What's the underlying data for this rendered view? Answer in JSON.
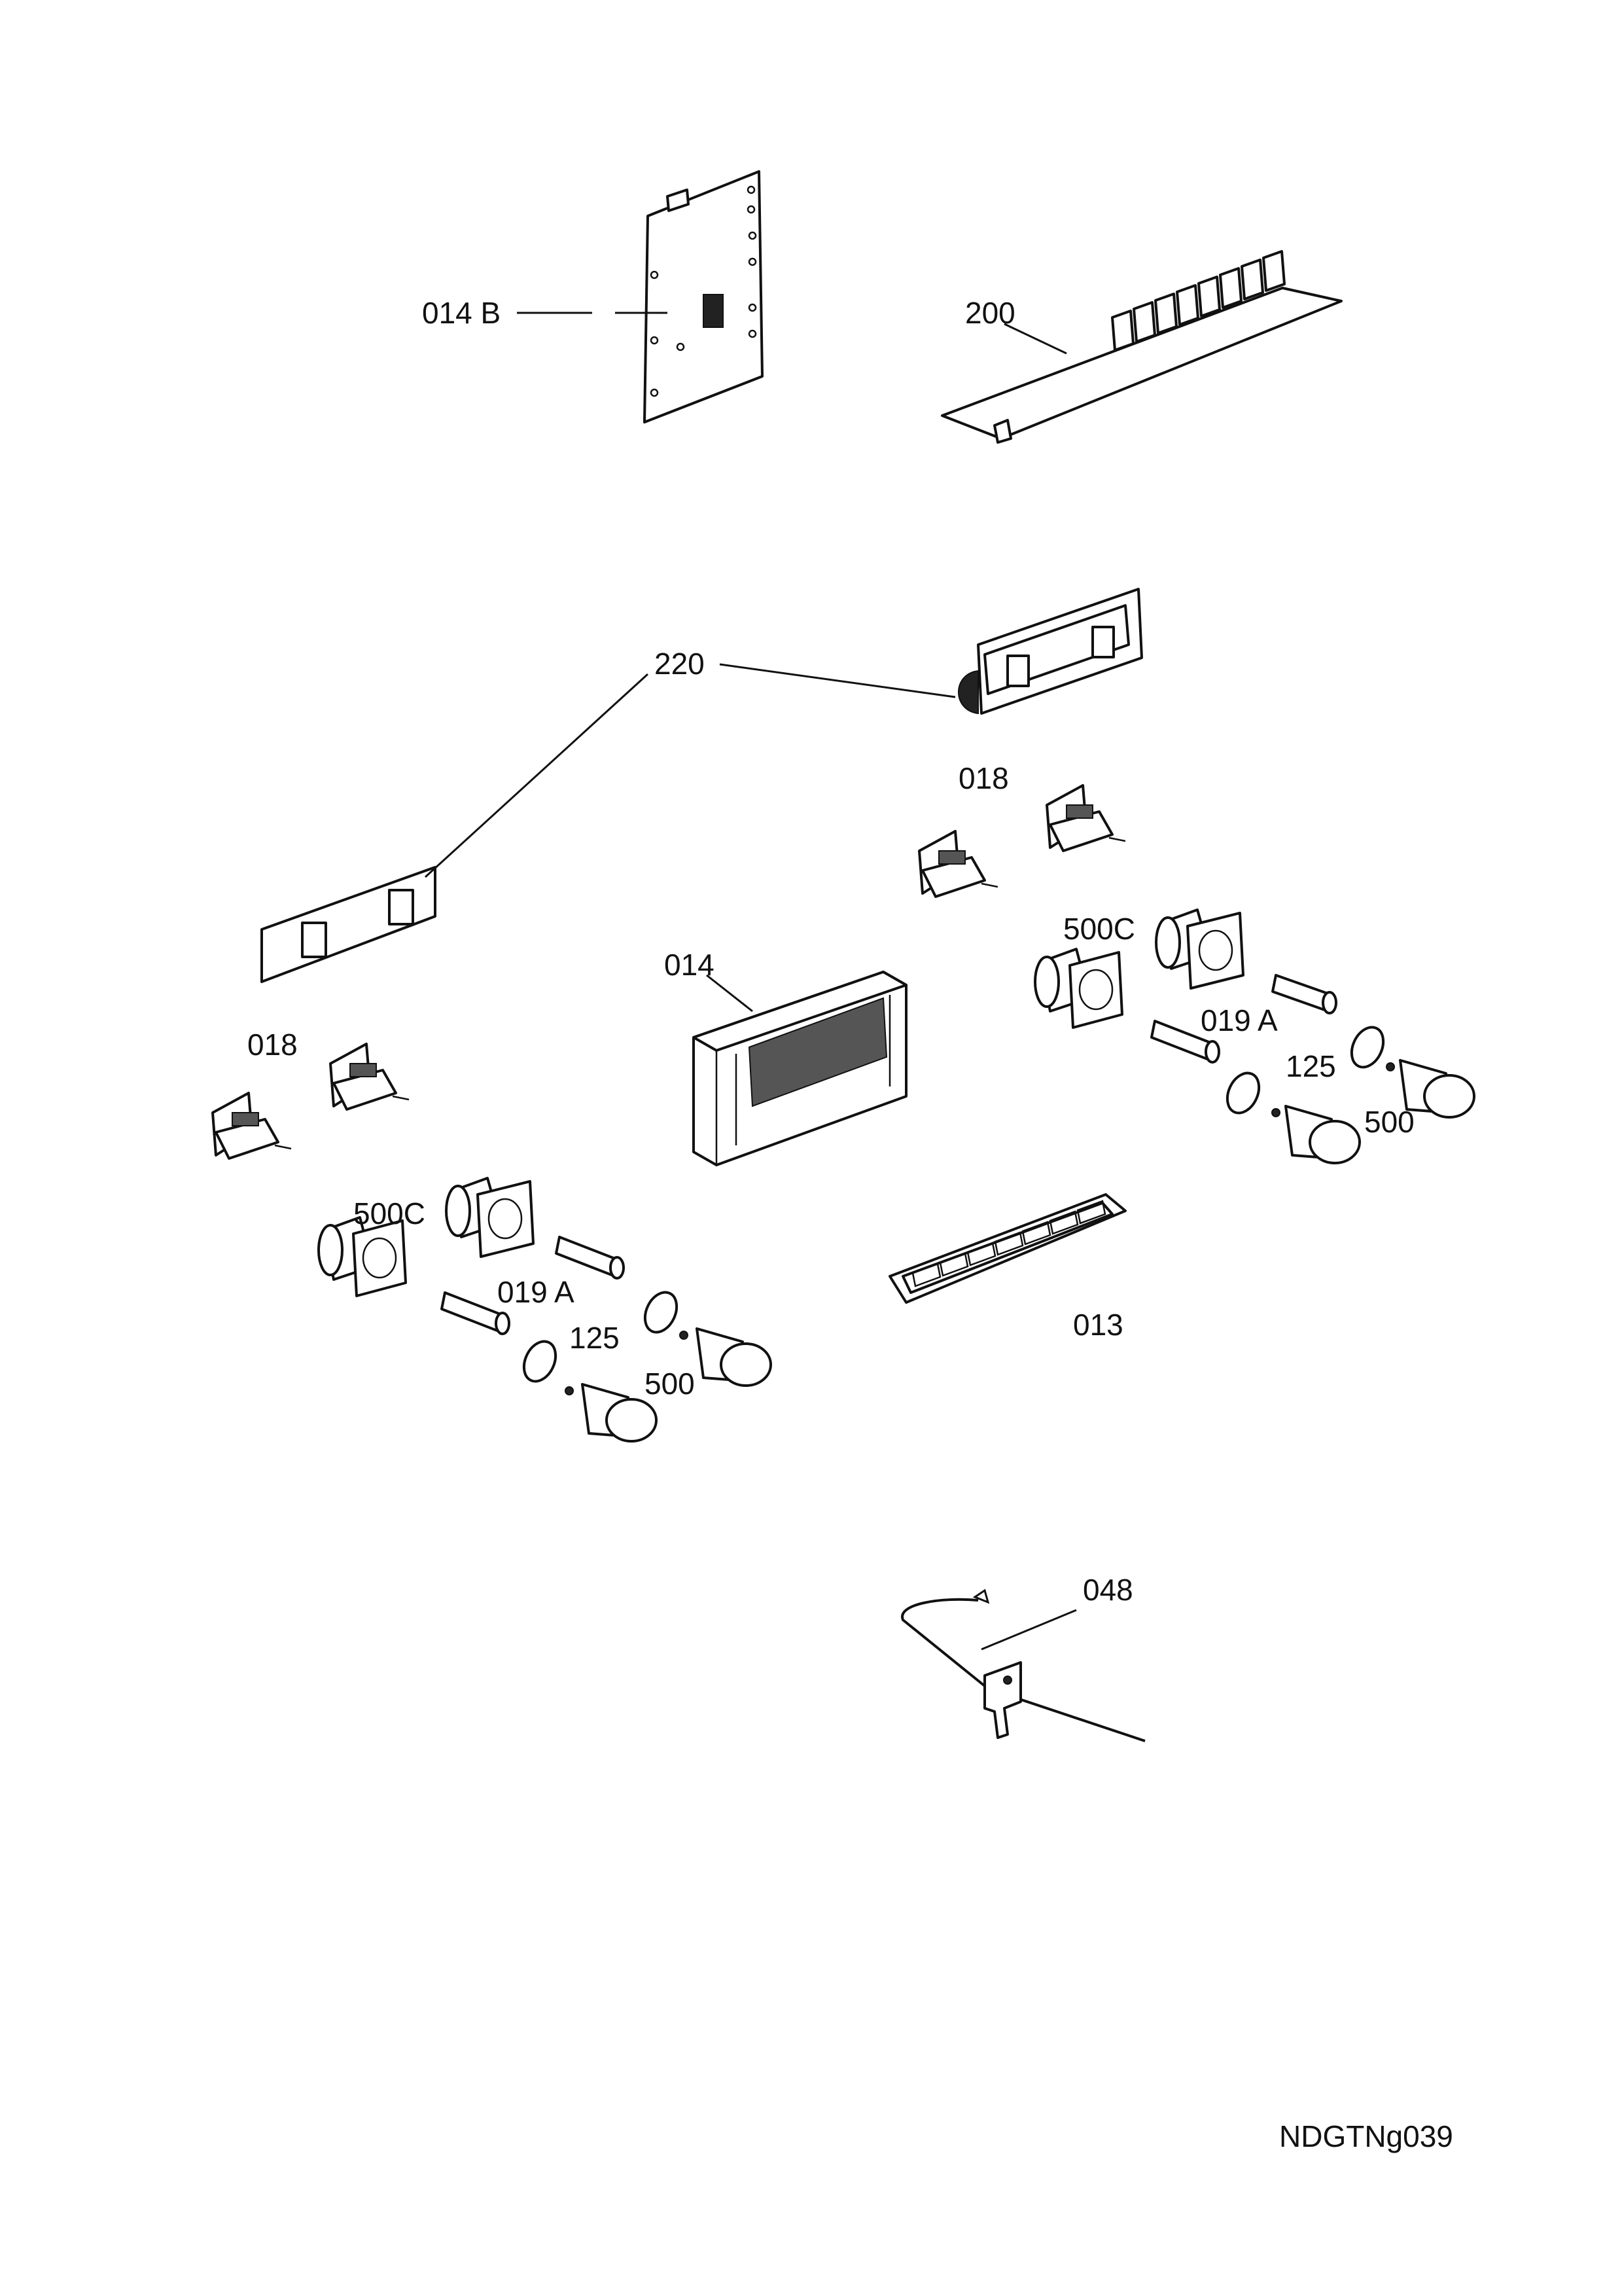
{
  "labels": {
    "pcb_014b": "014 B",
    "relay_board_200": "200",
    "display_220": "220",
    "switch_018_right": "018",
    "switch_018_left": "018",
    "module_014": "014",
    "bushing_500c_right": "500C",
    "bushing_500c_left": "500C",
    "shaft_019a_right": "019 A",
    "shaft_019a_left": "019 A",
    "ring_125_right": "125",
    "ring_125_left": "125",
    "knob_500_right": "500",
    "knob_500_left": "500",
    "frame_013": "013",
    "wire_048": "048"
  },
  "drawing_code": "NDGTNg039"
}
